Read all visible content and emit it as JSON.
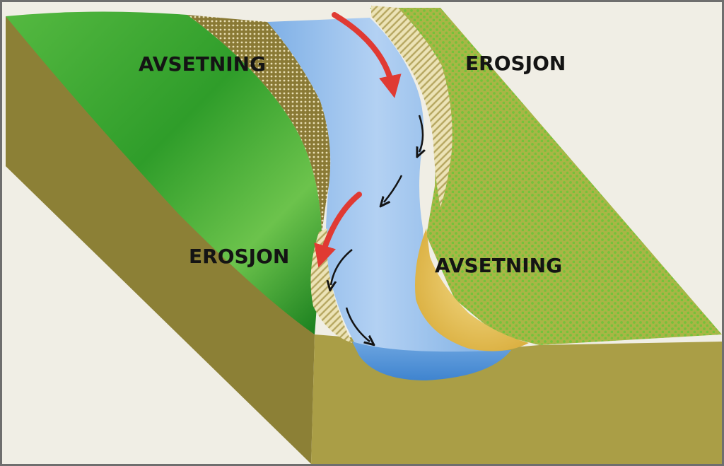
{
  "labels": {
    "deposition_upper_left": "AVSETNING",
    "erosion_upper_right": "EROSJON",
    "erosion_lower_left": "EROSJON",
    "deposition_lower_right": "AVSETNING"
  },
  "colors": {
    "background": "#f0eee5",
    "soil_side": "#a99d45",
    "soil_side_dark": "#8f8238",
    "grass_left": "#3cab2f",
    "grass_right": "#a3b94a",
    "water": "#8fbce8",
    "erosion_arrow": "#e03a33",
    "flow_arrow": "#141414",
    "sand_bank": "#e6c462"
  }
}
